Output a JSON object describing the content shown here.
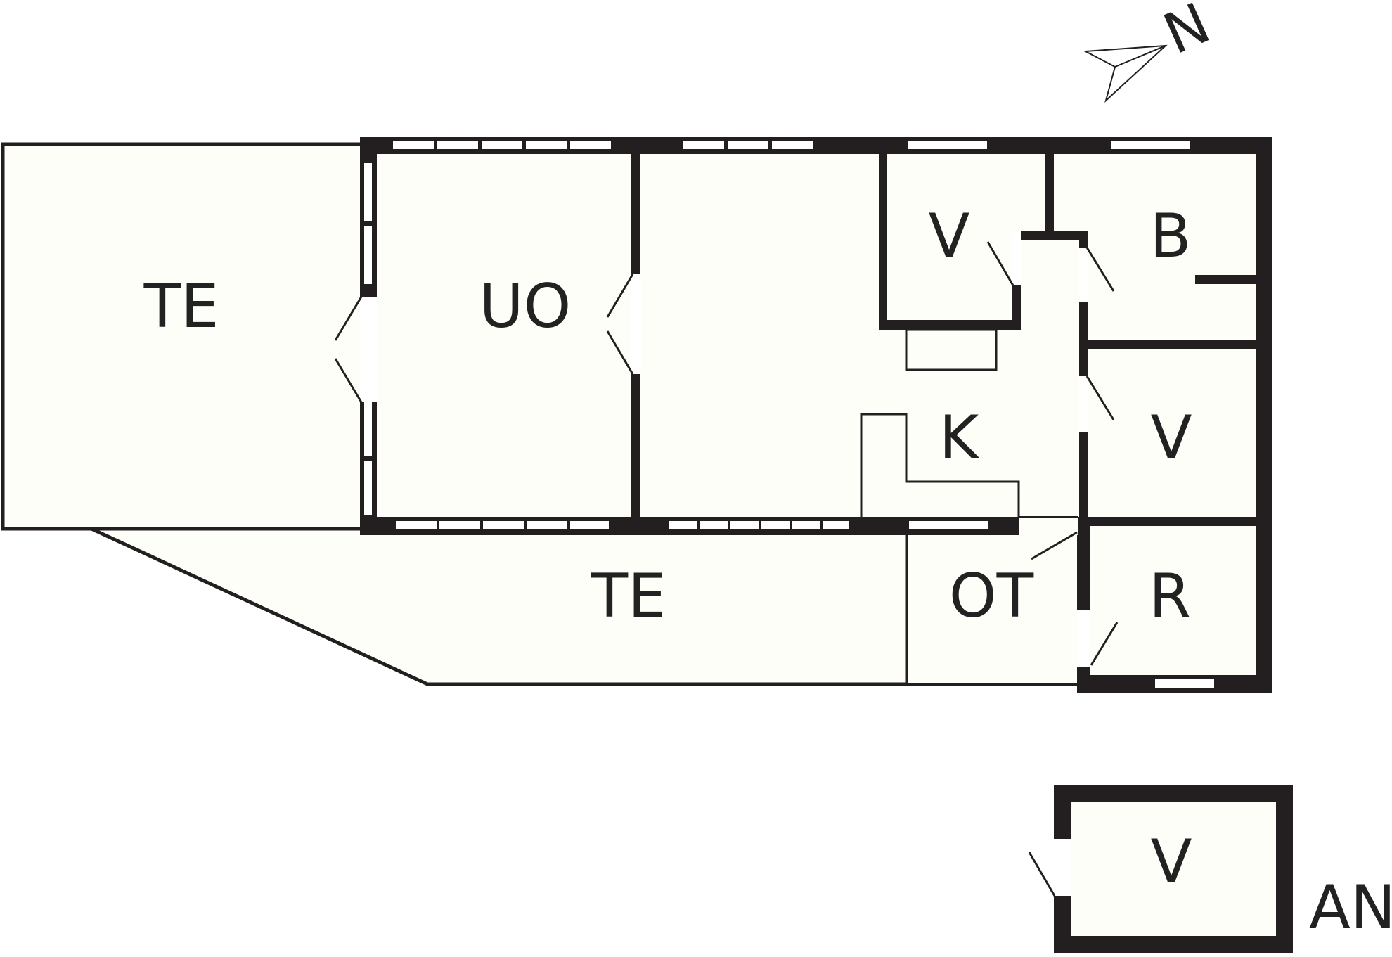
{
  "floorplan": {
    "colors": {
      "wall": "#231f20",
      "floor": "#fdfef8",
      "window": "#ffffff",
      "line": "#231f20"
    },
    "compass": {
      "letter": "N",
      "icon": "north-arrow-icon"
    },
    "rooms": {
      "te_west": "TE",
      "uo": "UO",
      "v_top": "V",
      "b": "B",
      "k": "K",
      "v_mid": "V",
      "te_south": "TE",
      "ot": "OT",
      "r": "R",
      "v_outbuilding": "V"
    },
    "outbuilding_label": "AN"
  }
}
